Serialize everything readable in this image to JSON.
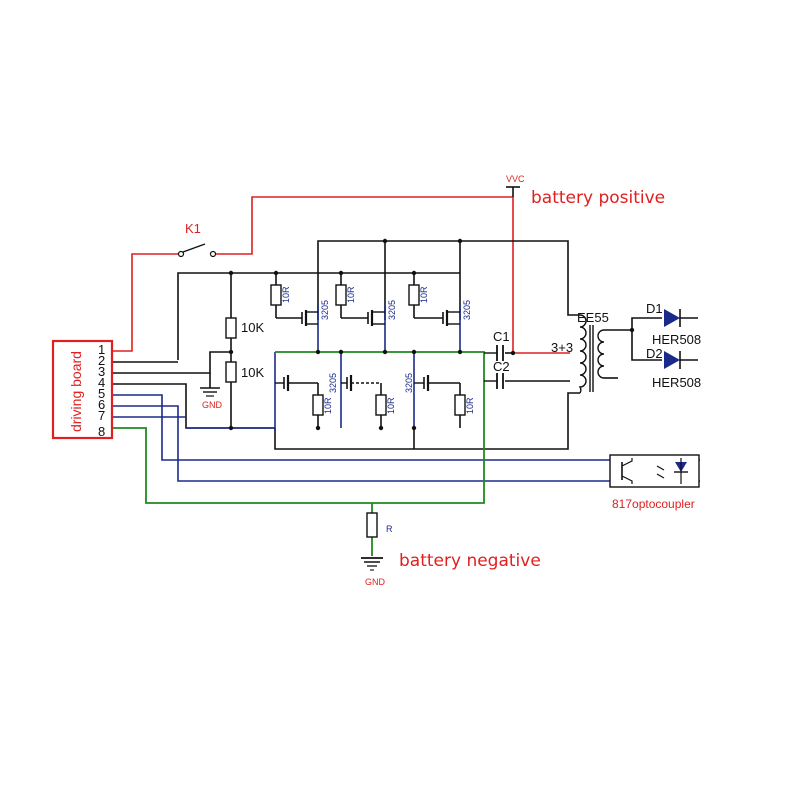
{
  "labels": {
    "vcc": "VVC",
    "battery_positive": "battery positive",
    "battery_negative": "battery negative",
    "switch": "K1",
    "driving_board": "driving board",
    "gnd_left": "GND",
    "gnd_bottom": "GND",
    "r_bottom": "R",
    "transformer": "EE55",
    "transformer_ratio": "3+3",
    "cap1": "C1",
    "cap2": "C2",
    "diode1": "D1",
    "diode1_part": "HER508",
    "diode2": "D2",
    "diode2_part": "HER508",
    "optocoupler": "817optocoupler",
    "divider_top": "10K",
    "divider_bottom": "10K"
  },
  "connector_pins": [
    "1",
    "2",
    "3",
    "4",
    "5",
    "6",
    "7",
    "8"
  ],
  "gate_resistors_top": [
    "10R",
    "10R",
    "10R"
  ],
  "gate_resistors_bottom": [
    "10R",
    "10R",
    "10R"
  ],
  "mosfets_top": [
    "3205",
    "3205",
    "3205"
  ],
  "mosfets_bottom": [
    "3205",
    "3205",
    "3205"
  ],
  "colors": {
    "power_wire": "#e02020",
    "ground_wire": "#1e8a1e",
    "signal_wire": "#1a2a8a",
    "wire": "#111111"
  }
}
